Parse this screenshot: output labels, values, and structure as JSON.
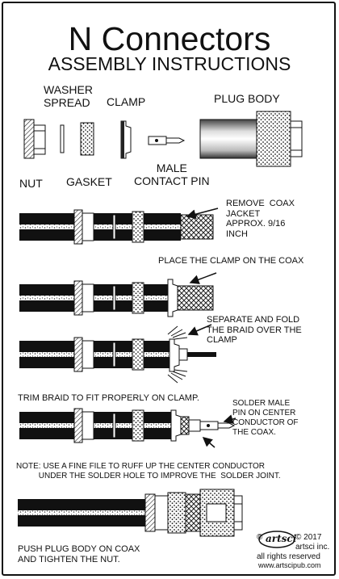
{
  "header": {
    "title": "N Connectors",
    "subtitle": "ASSEMBLY INSTRUCTIONS"
  },
  "parts": {
    "washer_spread": "WASHER\nSPREAD",
    "clamp": "CLAMP",
    "plug_body": "PLUG BODY",
    "nut": "NUT",
    "gasket": "GASKET",
    "male_contact_pin": "MALE\nCONTACT PIN"
  },
  "steps": {
    "remove_jacket": "REMOVE  COAX\nJACKET\nAPPROX. 9/16\nINCH",
    "place_clamp": "PLACE THE CLAMP ON THE COAX",
    "separate_fold": "SEPARATE AND FOLD\nTHE BRAID OVER THE\nCLAMP",
    "trim_braid": "TRIM BRAID TO FIT PROPERLY ON CLAMP.",
    "solder_pin": "SOLDER MALE\nPIN ON CENTER\nCONDUCTOR OF\nTHE COAX.",
    "note": "NOTE: USE A FINE FILE TO RUFF UP THE CENTER CONDUCTOR\n          UNDER THE SOLDER HOLE TO IMPROVE THE  SOLDER JOINT.",
    "push_plug": "PUSH PLUG BODY ON COAX\nAND TIGHTEN THE NUT."
  },
  "footer": {
    "logo_text": "artsci",
    "copyright_symbol": "©",
    "copyright": "© 2017",
    "company": "artsci inc.",
    "rights": "all rights reserved",
    "website": "www.artscipub.com"
  }
}
